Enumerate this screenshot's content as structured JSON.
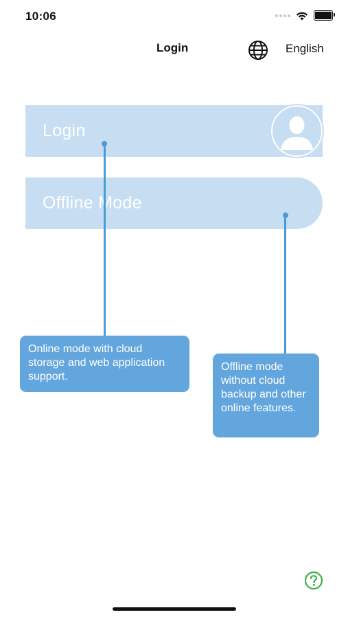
{
  "status_bar": {
    "time": "10:06"
  },
  "nav": {
    "title": "Login",
    "language_icon": "globe-icon",
    "language_label": "English"
  },
  "buttons": {
    "login_label": "Login",
    "offline_label": "Offline Mode",
    "avatar_icon": "user-silhouette-icon"
  },
  "callouts": {
    "online_text": "Online mode with cloud storage and web application support.",
    "offline_text": "Offline mode without cloud backup and other online features."
  },
  "help": {
    "icon": "help-icon"
  },
  "colors": {
    "button_fill": "#c7ddf2",
    "callout_fill": "#63a6dd",
    "callout_line": "#4a9ad6",
    "help_green": "#3cb043"
  }
}
